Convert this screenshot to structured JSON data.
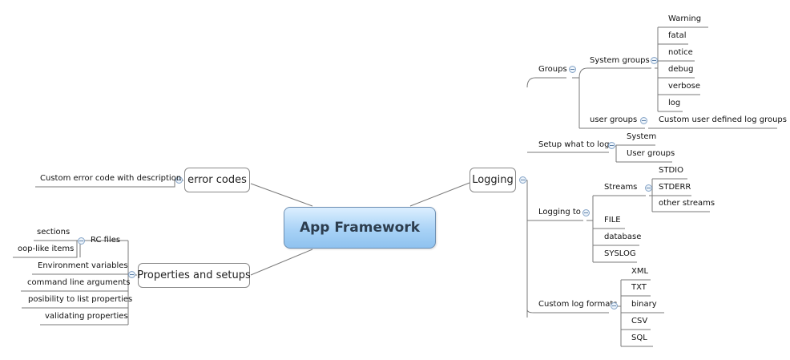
{
  "central": {
    "label": "App Framework"
  },
  "main": {
    "logging": "Logging",
    "error_codes": "error codes",
    "properties": "Properties and setups"
  },
  "logging": {
    "groups": {
      "label": "Groups",
      "system_groups": {
        "label": "System groups",
        "items": [
          "Warning",
          "fatal",
          "notice",
          "debug",
          "verbose",
          "log"
        ]
      },
      "user_groups": {
        "label": "user groups",
        "items": [
          "Custom user defined log groups"
        ]
      }
    },
    "setup": {
      "label": "Setup what to log",
      "items": [
        "System",
        "User groups"
      ]
    },
    "logging_to": {
      "label": "Logging to",
      "streams": {
        "label": "Streams",
        "items": [
          "STDIO",
          "STDERR",
          "other streams"
        ]
      },
      "items": [
        "FILE",
        "database",
        "SYSLOG"
      ]
    },
    "formats": {
      "label": "Custom log formats",
      "items": [
        "XML",
        "TXT",
        "binary",
        "CSV",
        "SQL"
      ]
    }
  },
  "error_codes": {
    "items": [
      "Custom error code with description"
    ]
  },
  "properties": {
    "rc_files": {
      "label": "RC files",
      "items": [
        "sections",
        "oop-like items"
      ]
    },
    "items": [
      "Environment variables",
      "command line arguments",
      "posibility to list properties",
      "validating properties"
    ]
  },
  "colors": {
    "line": "#7a7a7a",
    "central_top": "#dcefff",
    "central_bottom": "#8fc2ef",
    "toggle": "#88a6c8"
  }
}
